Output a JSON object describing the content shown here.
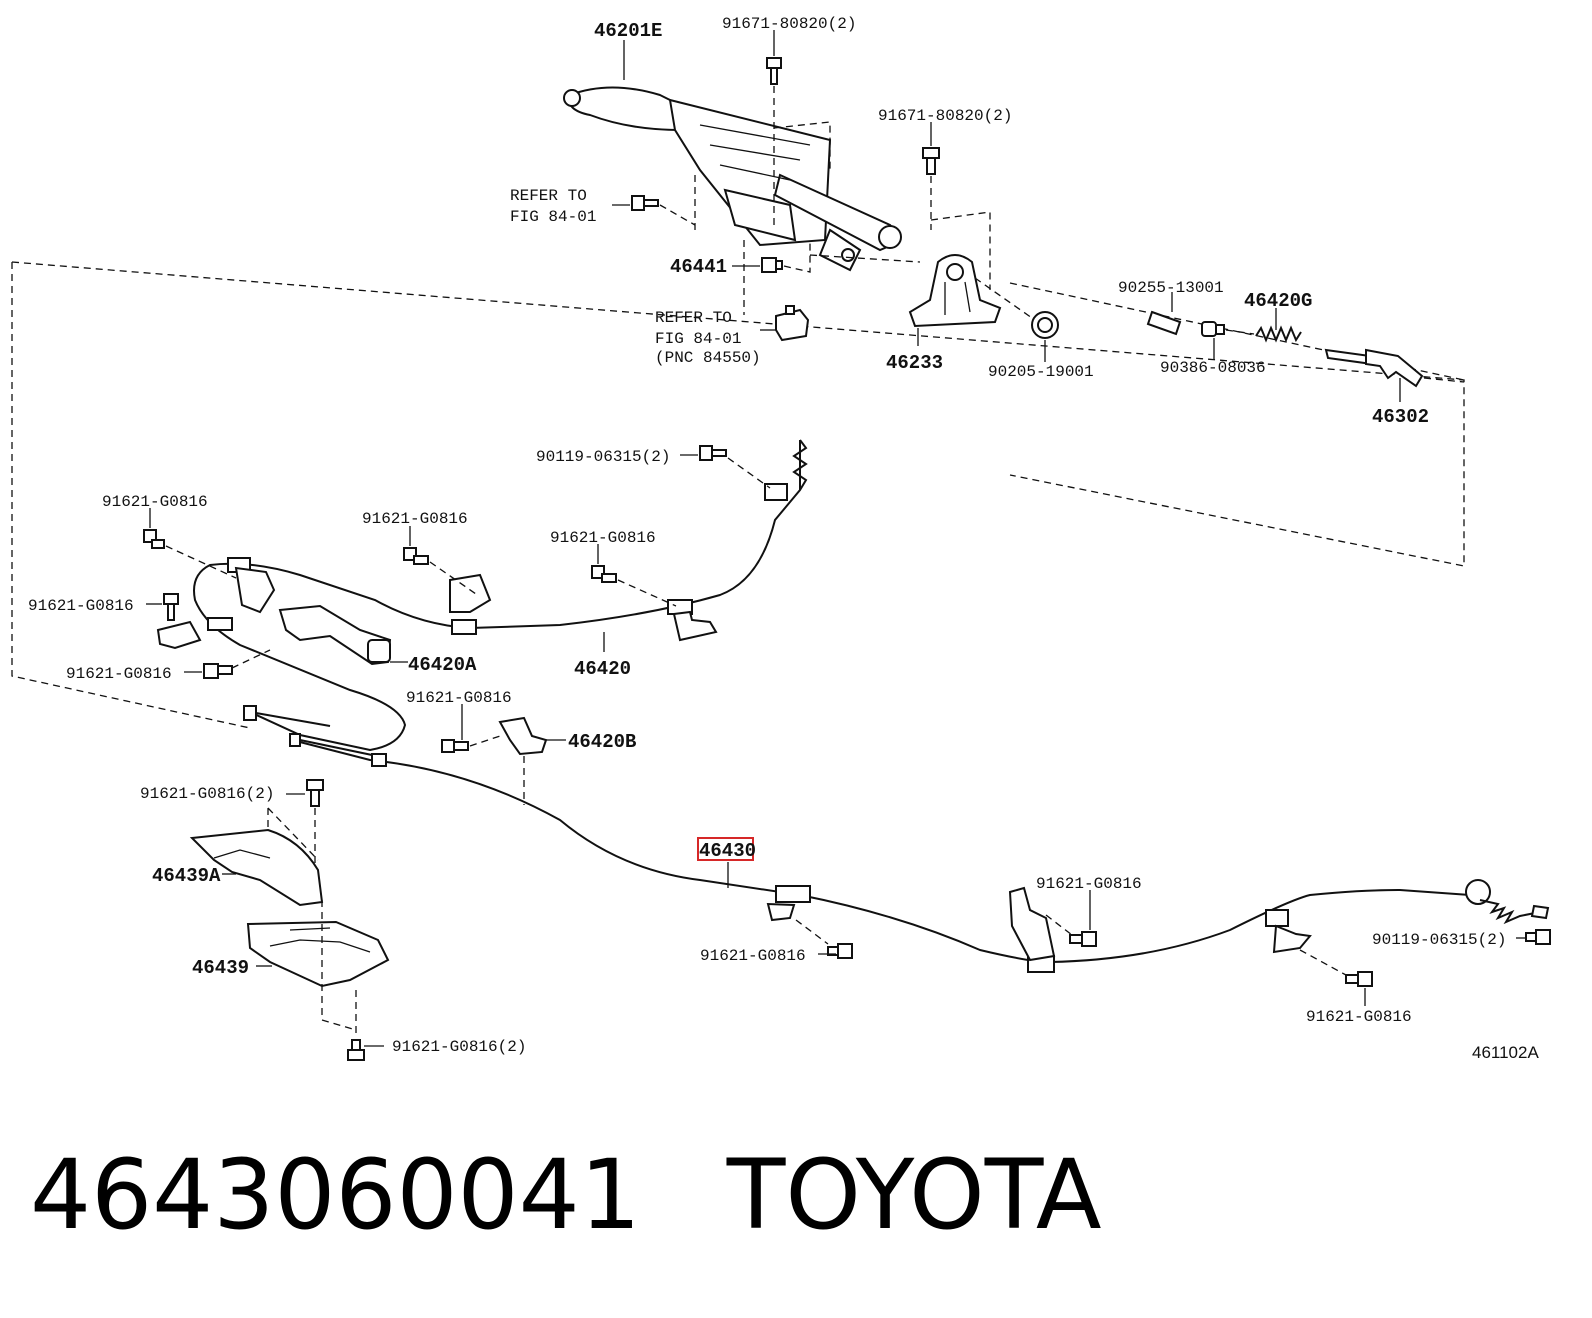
{
  "figure_code": "461102A",
  "footer": {
    "part_number": "4643060041",
    "brand": "TOYOTA"
  },
  "highlight_color": "#d62828",
  "callouts": {
    "lever": "46201E",
    "bolt_top": "91671-80820(2)",
    "bolt_mid": "91671-80820(2)",
    "refer1_line1": "REFER TO",
    "refer1_line2": "FIG 84-01",
    "nut": "46441",
    "refer2_line1": "REFER TO",
    "refer2_line2": "FIG 84-01",
    "refer2_line3": "(PNC 84550)",
    "bracket": "46233",
    "ring": "90205-19001",
    "pin": "90255-13001",
    "spring_set": "46420G",
    "bushing": "90386-08036",
    "equalizer": "46302",
    "bolt_upper_cable": "90119-06315(2)",
    "clip_a": "91621-G0816",
    "clip_b": "91621-G0816",
    "clip_c": "91621-G0816",
    "clip_d": "91621-G0816",
    "clip_e": "91621-G0816",
    "cable_front": "46420",
    "cable_front_a": "46420A",
    "clip_f": "91621-G0816",
    "clip_holder_b": "46420B",
    "clip_pair_top": "91621-G0816(2)",
    "shield_a": "46439A",
    "shield": "46439",
    "clip_pair_bottom": "91621-G0816(2)",
    "highlighted_cable": "46430",
    "clip_g": "91621-G0816",
    "clip_h": "91621-G0816",
    "clip_i": "91621-G0816",
    "bolt_rear_cable": "90119-06315(2)"
  }
}
